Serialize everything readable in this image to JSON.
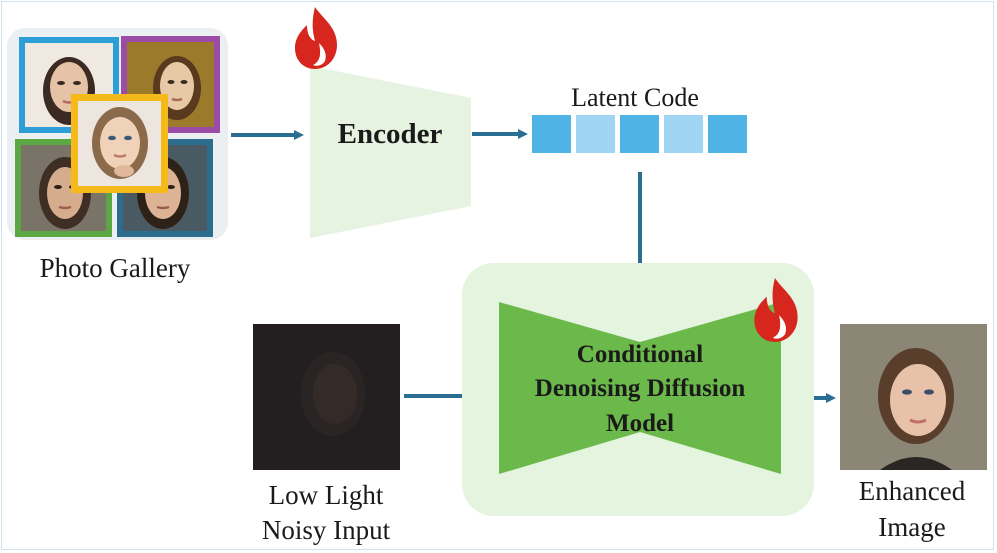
{
  "gallery": {
    "label": "Photo Gallery"
  },
  "encoder": {
    "label": "Encoder"
  },
  "latent": {
    "label": "Latent Code",
    "cells": [
      "#4fb3e6",
      "#9fd5f2",
      "#4fb3e6",
      "#9fd5f2",
      "#4fb3e6"
    ]
  },
  "model": {
    "line1": "Conditional",
    "line2": "Denoising Diffusion",
    "line3": "Model"
  },
  "input": {
    "line1": "Low Light",
    "line2": "Noisy Input"
  },
  "output": {
    "line1": "Enhanced",
    "line2": "Image"
  },
  "colors": {
    "arrow": "#2a6f93",
    "encoder_fill": "#e6f3e0",
    "model_fill": "#6ab94a",
    "model_bg": "#e4f4de",
    "flame": "#d7261e",
    "photo_frames": [
      "#2e9fd6",
      "#9b4ca6",
      "#f5b91a",
      "#5aa843",
      "#2c6d8f"
    ]
  },
  "icons": {
    "encoder_flame": "flame-icon",
    "model_flame": "flame-icon"
  }
}
